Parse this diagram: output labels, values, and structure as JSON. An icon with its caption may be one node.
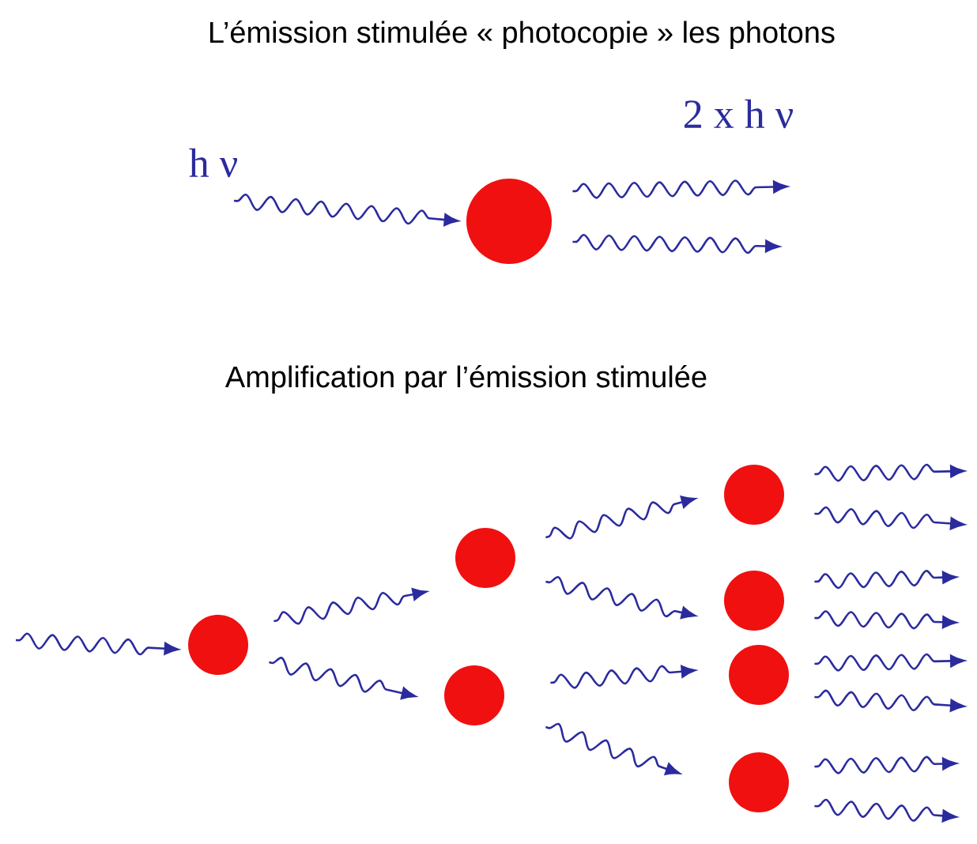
{
  "diagram": {
    "nodes": [
      {
        "text": [],
        "shape": "circle"
      },
      {
        "text": [],
        "shape": "circle"
      },
      {
        "text": [],
        "shape": "circle"
      },
      {
        "text": [],
        "shape": "circle"
      },
      {
        "text": [],
        "shape": "circle"
      },
      {
        "text": [],
        "shape": "circle"
      },
      {
        "text": [],
        "shape": "circle"
      },
      {
        "text": [],
        "shape": "circle"
      }
    ],
    "edges": [
      {
        "from": null,
        "to": 0,
        "arrow": "to"
      },
      {
        "from": 0,
        "to": null,
        "arrow": "to"
      },
      {
        "from": 0,
        "to": null,
        "arrow": "to"
      },
      {
        "from": null,
        "to": 1,
        "arrow": "to"
      },
      {
        "from": 1,
        "to": 2,
        "arrow": "to"
      },
      {
        "from": 1,
        "to": 3,
        "arrow": "to"
      },
      {
        "from": 2,
        "to": 4,
        "arrow": "to"
      },
      {
        "from": 2,
        "to": 5,
        "arrow": "to"
      },
      {
        "from": 3,
        "to": 6,
        "arrow": "to"
      },
      {
        "from": 3,
        "to": 7,
        "arrow": "to"
      },
      {
        "from": 4,
        "to": null,
        "arrow": "to"
      },
      {
        "from": 4,
        "to": null,
        "arrow": "to"
      },
      {
        "from": 5,
        "to": null,
        "arrow": "to"
      },
      {
        "from": 5,
        "to": null,
        "arrow": "to"
      },
      {
        "from": 6,
        "to": null,
        "arrow": "to"
      },
      {
        "from": 6,
        "to": null,
        "arrow": "to"
      },
      {
        "from": 7,
        "to": null,
        "arrow": "to"
      },
      {
        "from": 7,
        "to": null,
        "arrow": "to"
      }
    ],
    "labels": [
      "L’émission stimulée « photocopie » les photons",
      "h ν",
      "2 x h ν",
      "Amplification par l’émission stimulée"
    ]
  }
}
